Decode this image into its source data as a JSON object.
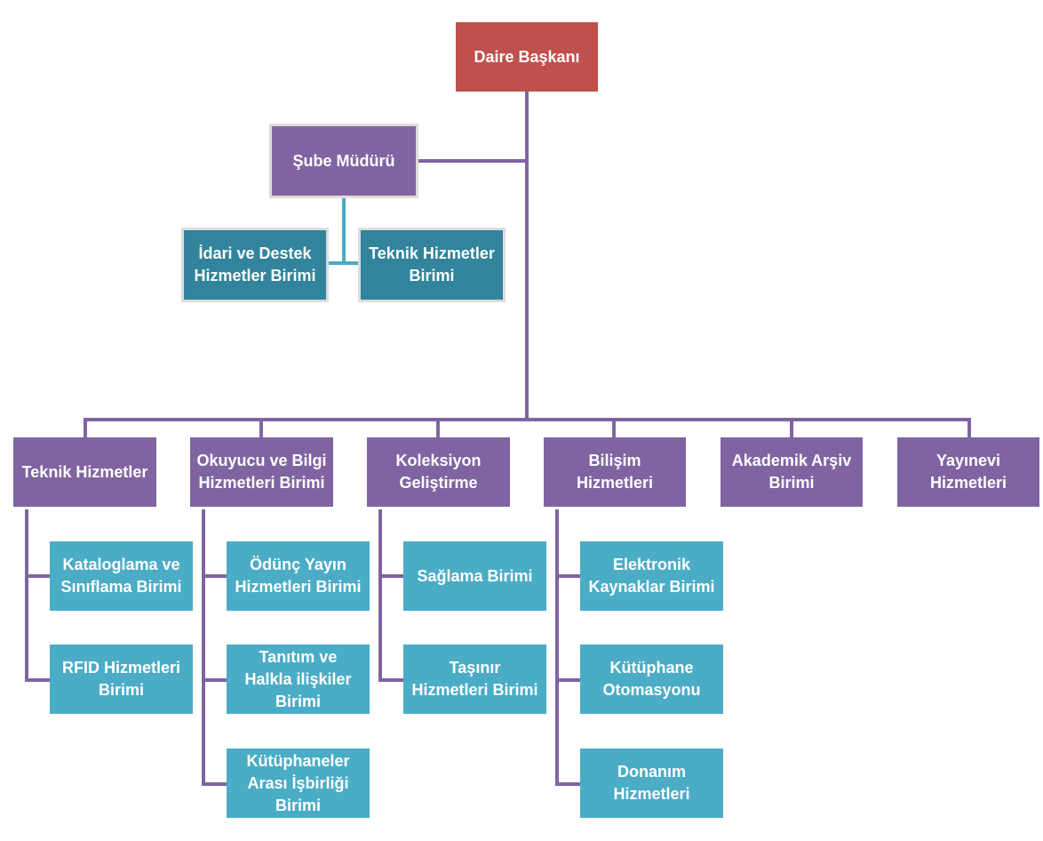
{
  "org_chart": {
    "head": "Daire Başkanı",
    "deputy": "Şube Müdürü",
    "deputy_units": [
      "İdari ve Destek\nHizmetler Birimi",
      "Teknik Hizmetler\nBirimi"
    ],
    "departments": [
      {
        "name": "Teknik Hizmetler",
        "units": [
          "Kataloglama ve\nSınıflama Birimi",
          "RFID Hizmetleri\nBirimi"
        ]
      },
      {
        "name": "Okuyucu ve Bilgi\nHizmetleri Birimi",
        "units": [
          "Ödünç Yayın\nHizmetleri Birimi",
          "Tanıtım ve\nHalkla ilişkiler\nBirimi",
          "Kütüphaneler\nArası İşbirliği\nBirimi"
        ]
      },
      {
        "name": "Koleksiyon\nGeliştirme",
        "units": [
          "Sağlama Birimi",
          "Taşınır\nHizmetleri Birimi"
        ]
      },
      {
        "name": "Bilişim\nHizmetleri",
        "units": [
          "Elektronik\nKaynaklar Birimi",
          "Kütüphane\nOtomasyonu",
          "Donanım\nHizmetleri"
        ]
      },
      {
        "name": "Akademik Arşiv\nBirimi",
        "units": []
      },
      {
        "name": "Yayınevi\nHizmetleri",
        "units": []
      }
    ]
  },
  "colors": {
    "head": "#c0504d",
    "department": "#8064a2",
    "deputy_unit": "#31849b",
    "unit": "#4bacc6",
    "connector": "#8064a2"
  }
}
